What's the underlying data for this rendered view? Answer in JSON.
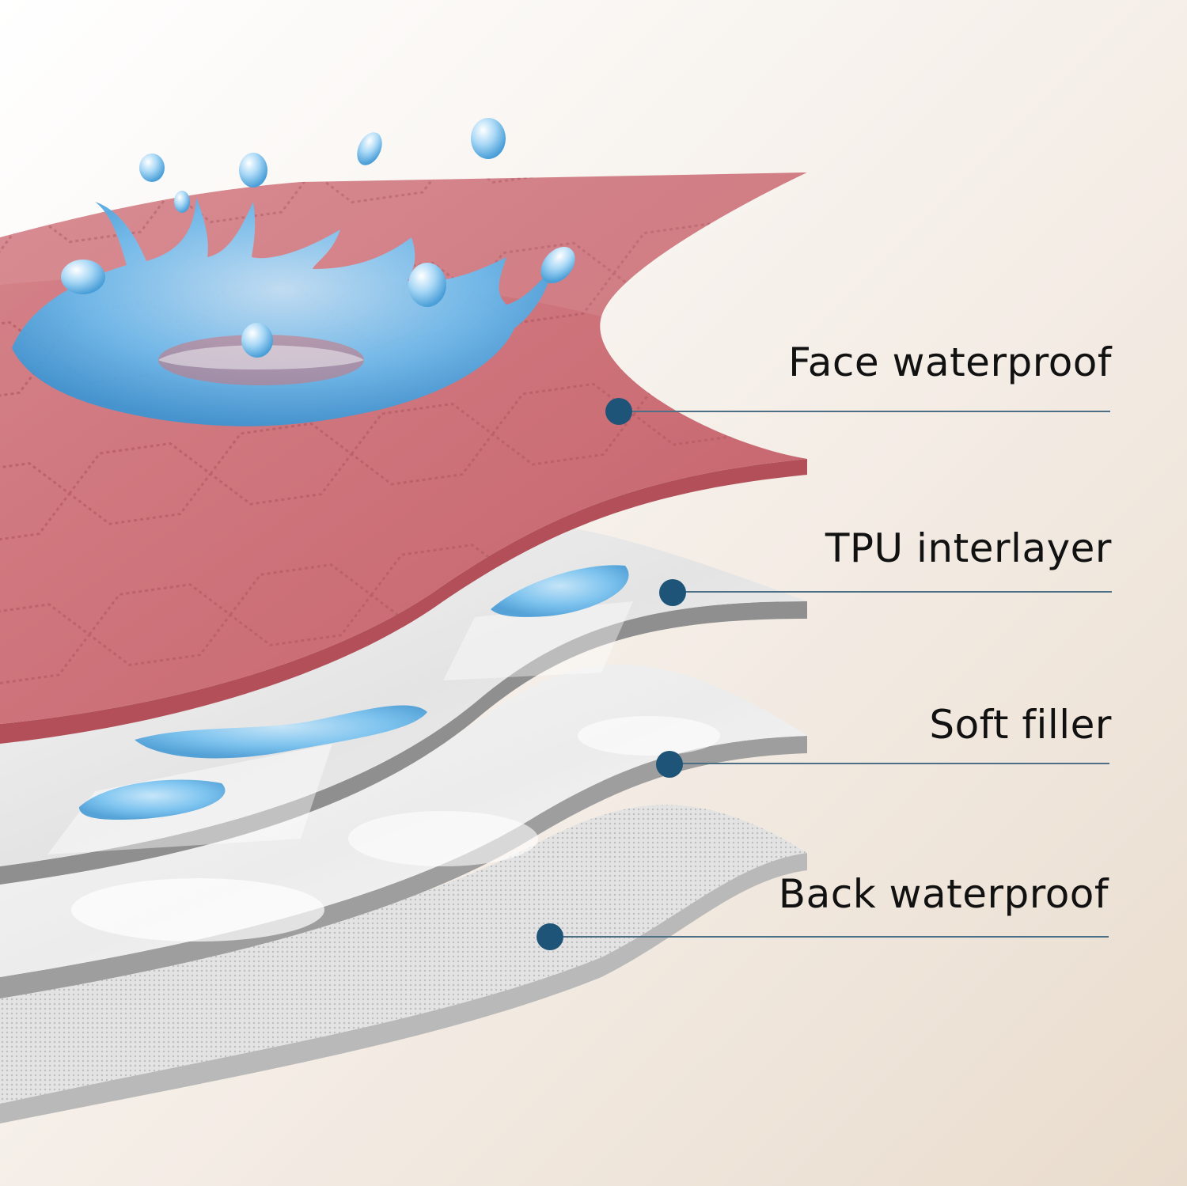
{
  "layers": [
    {
      "label": "Face waterproof",
      "color": "#cf7279"
    },
    {
      "label": "TPU interlayer",
      "color": "#e6e6e6"
    },
    {
      "label": "Soft filler",
      "color": "#f4f4f4"
    },
    {
      "label": "Back waterproof",
      "color": "#e9e9e9"
    }
  ],
  "marker_color": "#1e5478",
  "leader_color": "#4d6f86",
  "water_color": "#5fb2e8"
}
